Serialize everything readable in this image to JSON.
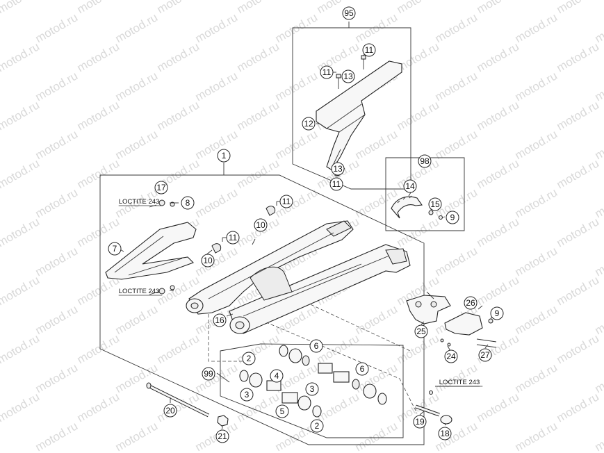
{
  "watermark": "motod.ru",
  "callouts": [
    {
      "id": "c95",
      "label": "95"
    },
    {
      "id": "c11a",
      "label": "11"
    },
    {
      "id": "c11b",
      "label": "11"
    },
    {
      "id": "c13a",
      "label": "13"
    },
    {
      "id": "c12",
      "label": "12"
    },
    {
      "id": "c13b",
      "label": "13"
    },
    {
      "id": "c11c",
      "label": "11"
    },
    {
      "id": "c98",
      "label": "98"
    },
    {
      "id": "c14",
      "label": "14"
    },
    {
      "id": "c15",
      "label": "15"
    },
    {
      "id": "c9a",
      "label": "9"
    },
    {
      "id": "c1",
      "label": "1"
    },
    {
      "id": "c17",
      "label": "17"
    },
    {
      "id": "c8",
      "label": "8"
    },
    {
      "id": "c11d",
      "label": "11"
    },
    {
      "id": "c10a",
      "label": "10"
    },
    {
      "id": "c11e",
      "label": "11"
    },
    {
      "id": "c7",
      "label": "7"
    },
    {
      "id": "c10b",
      "label": "10"
    },
    {
      "id": "c16",
      "label": "16"
    },
    {
      "id": "c26",
      "label": "26"
    },
    {
      "id": "c9b",
      "label": "9"
    },
    {
      "id": "c25",
      "label": "25"
    },
    {
      "id": "c24",
      "label": "24"
    },
    {
      "id": "c27",
      "label": "27"
    },
    {
      "id": "c6a",
      "label": "6"
    },
    {
      "id": "c2a",
      "label": "2"
    },
    {
      "id": "c6b",
      "label": "6"
    },
    {
      "id": "c99",
      "label": "99"
    },
    {
      "id": "c4",
      "label": "4"
    },
    {
      "id": "c3a",
      "label": "3"
    },
    {
      "id": "c3b",
      "label": "3"
    },
    {
      "id": "c5",
      "label": "5"
    },
    {
      "id": "c2b",
      "label": "2"
    },
    {
      "id": "c20",
      "label": "20"
    },
    {
      "id": "c21",
      "label": "21"
    },
    {
      "id": "c19",
      "label": "19"
    },
    {
      "id": "c18",
      "label": "18"
    }
  ],
  "loctite_labels": [
    {
      "id": "lt1",
      "text": "LOCTITE 243"
    },
    {
      "id": "lt2",
      "text": "LOCTITE 243"
    },
    {
      "id": "lt3",
      "text": "LOCTITE 243"
    }
  ]
}
